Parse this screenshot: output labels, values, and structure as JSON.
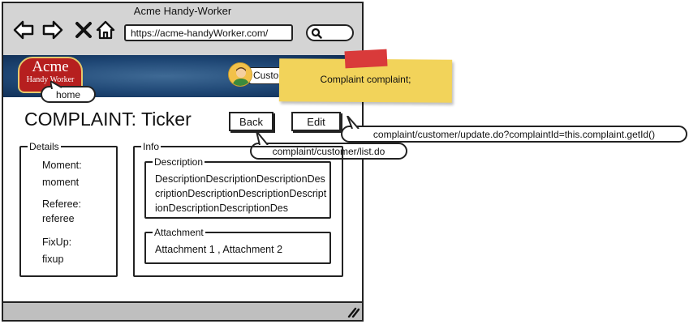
{
  "browser": {
    "title": "Acme Handy-Worker",
    "url": "https://acme-handyWorker.com/"
  },
  "header": {
    "logo_line1": "Acme",
    "logo_line2": "Handy Worker",
    "user_label": "Custo",
    "home_balloon": "home"
  },
  "sticky_note": {
    "text": "Complaint complaint;",
    "color": "#f2d35a"
  },
  "page": {
    "title": "COMPLAINT: Ticker",
    "back_label": "Back",
    "edit_label": "Edit",
    "back_link": "complaint/customer/list.do",
    "edit_link": "complaint/customer/update.do?complaintId=this.complaint.getId()"
  },
  "details": {
    "legend": "Details",
    "moment_label": "Moment:",
    "moment_value": "moment",
    "referee_label": "Referee:",
    "referee_value": "referee",
    "fixup_label": "FixUp:",
    "fixup_value": "fixup"
  },
  "info": {
    "legend": "Info",
    "description_legend": "Description",
    "description_text": "DescriptionDescriptionDescriptionDescriptionDescriptionDescriptionDescriptionDescriptionDescriptionDes",
    "attachment_legend": "Attachment",
    "attachments": "Attachment 1 ,   Attachment 2"
  },
  "icons": [
    "back-arrow-icon",
    "forward-arrow-icon",
    "close-icon",
    "home-icon",
    "search-icon",
    "resize-grip-icon"
  ]
}
